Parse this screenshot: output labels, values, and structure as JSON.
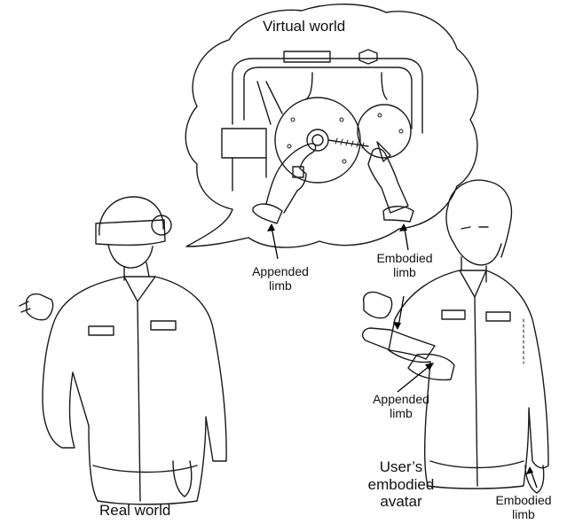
{
  "labels": {
    "virtual_world": "Virtual world",
    "real_world": "Real world",
    "appended_limb_top_1": "Appended",
    "appended_limb_top_2": "limb",
    "embodied_limb_top_1": "Embodied",
    "embodied_limb_top_2": "limb",
    "appended_limb_right_1": "Appended",
    "appended_limb_right_2": "limb",
    "avatar_1": "User’s",
    "avatar_2": "embodied",
    "avatar_3": "avatar",
    "embodied_limb_bottom_1": "Embodied",
    "embodied_limb_bottom_2": "limb"
  },
  "colors": {
    "ink": "#1a1a1a",
    "background": "#ffffff"
  }
}
